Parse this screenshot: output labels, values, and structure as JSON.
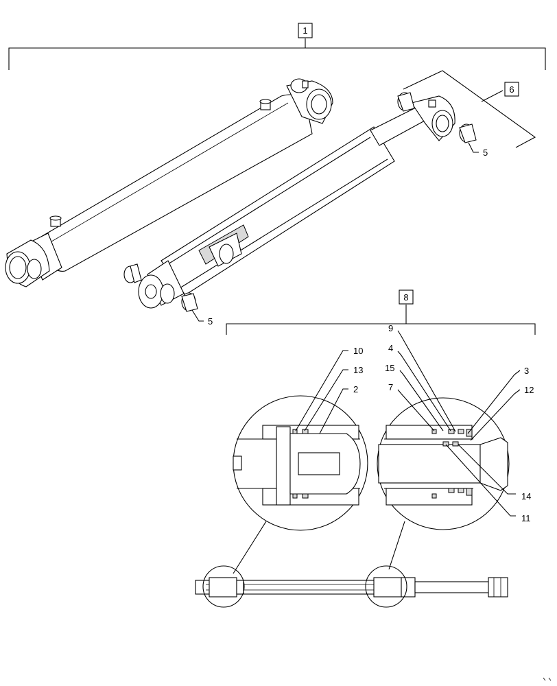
{
  "callouts": {
    "boxed": {
      "assembly": "1",
      "rod_end_kit": "6",
      "seal_kit": "8"
    },
    "plain": {
      "bushing_a": "5",
      "bushing_b": "5",
      "p9": "9",
      "p10": "10",
      "p13": "13",
      "p2": "2",
      "p4": "4",
      "p15": "15",
      "p7": "7",
      "p3": "3",
      "p12": "12",
      "p14": "14",
      "p11": "11"
    }
  },
  "colors": {
    "line": "#000000",
    "background": "#ffffff",
    "shade": "#d9d9d9"
  }
}
